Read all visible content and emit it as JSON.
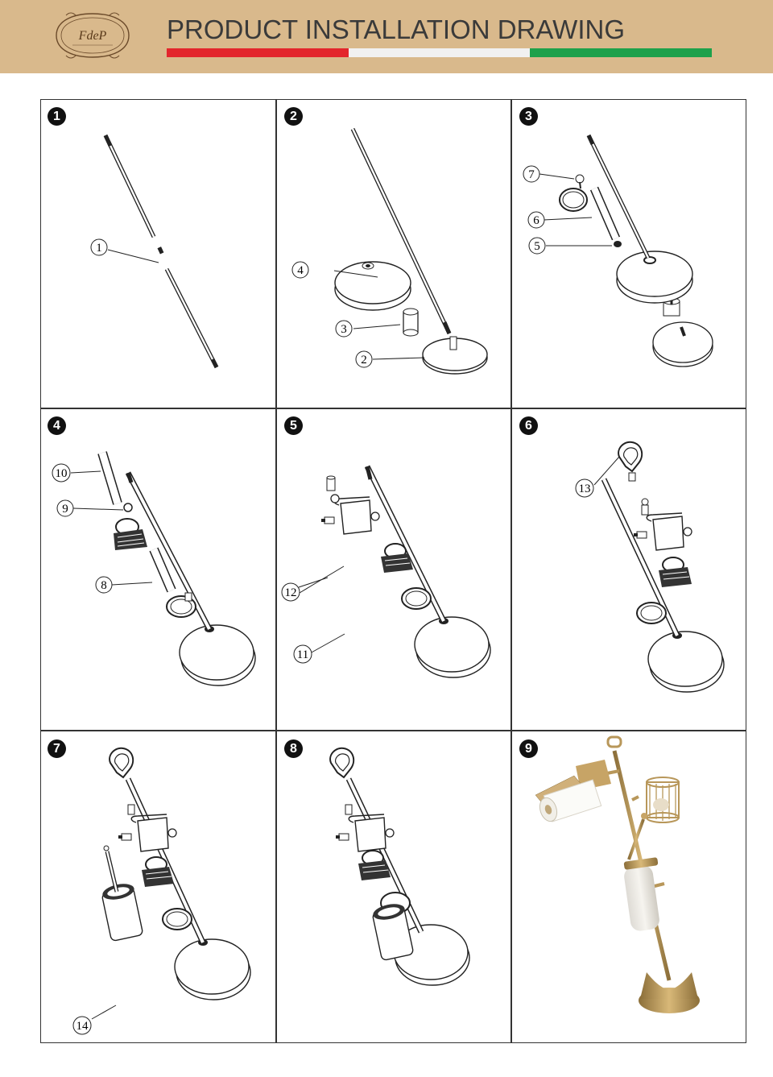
{
  "header": {
    "title": "PRODUCT INSTALLATION DRAWING",
    "logo_text": "FdeP",
    "flag_colors": [
      "#e3262c",
      "#f1f1f1",
      "#1ea14b"
    ],
    "background": "#d9b98c"
  },
  "steps": [
    {
      "number": "1",
      "parts": [
        "1"
      ]
    },
    {
      "number": "2",
      "parts": [
        "4",
        "3",
        "2"
      ]
    },
    {
      "number": "3",
      "parts": [
        "7",
        "6",
        "5"
      ]
    },
    {
      "number": "4",
      "parts": [
        "10",
        "9",
        "8"
      ]
    },
    {
      "number": "5",
      "parts": [
        "12",
        "11"
      ]
    },
    {
      "number": "6",
      "parts": [
        "13"
      ]
    },
    {
      "number": "7",
      "parts": [
        "14"
      ]
    },
    {
      "number": "8",
      "parts": []
    },
    {
      "number": "9",
      "parts": []
    }
  ]
}
